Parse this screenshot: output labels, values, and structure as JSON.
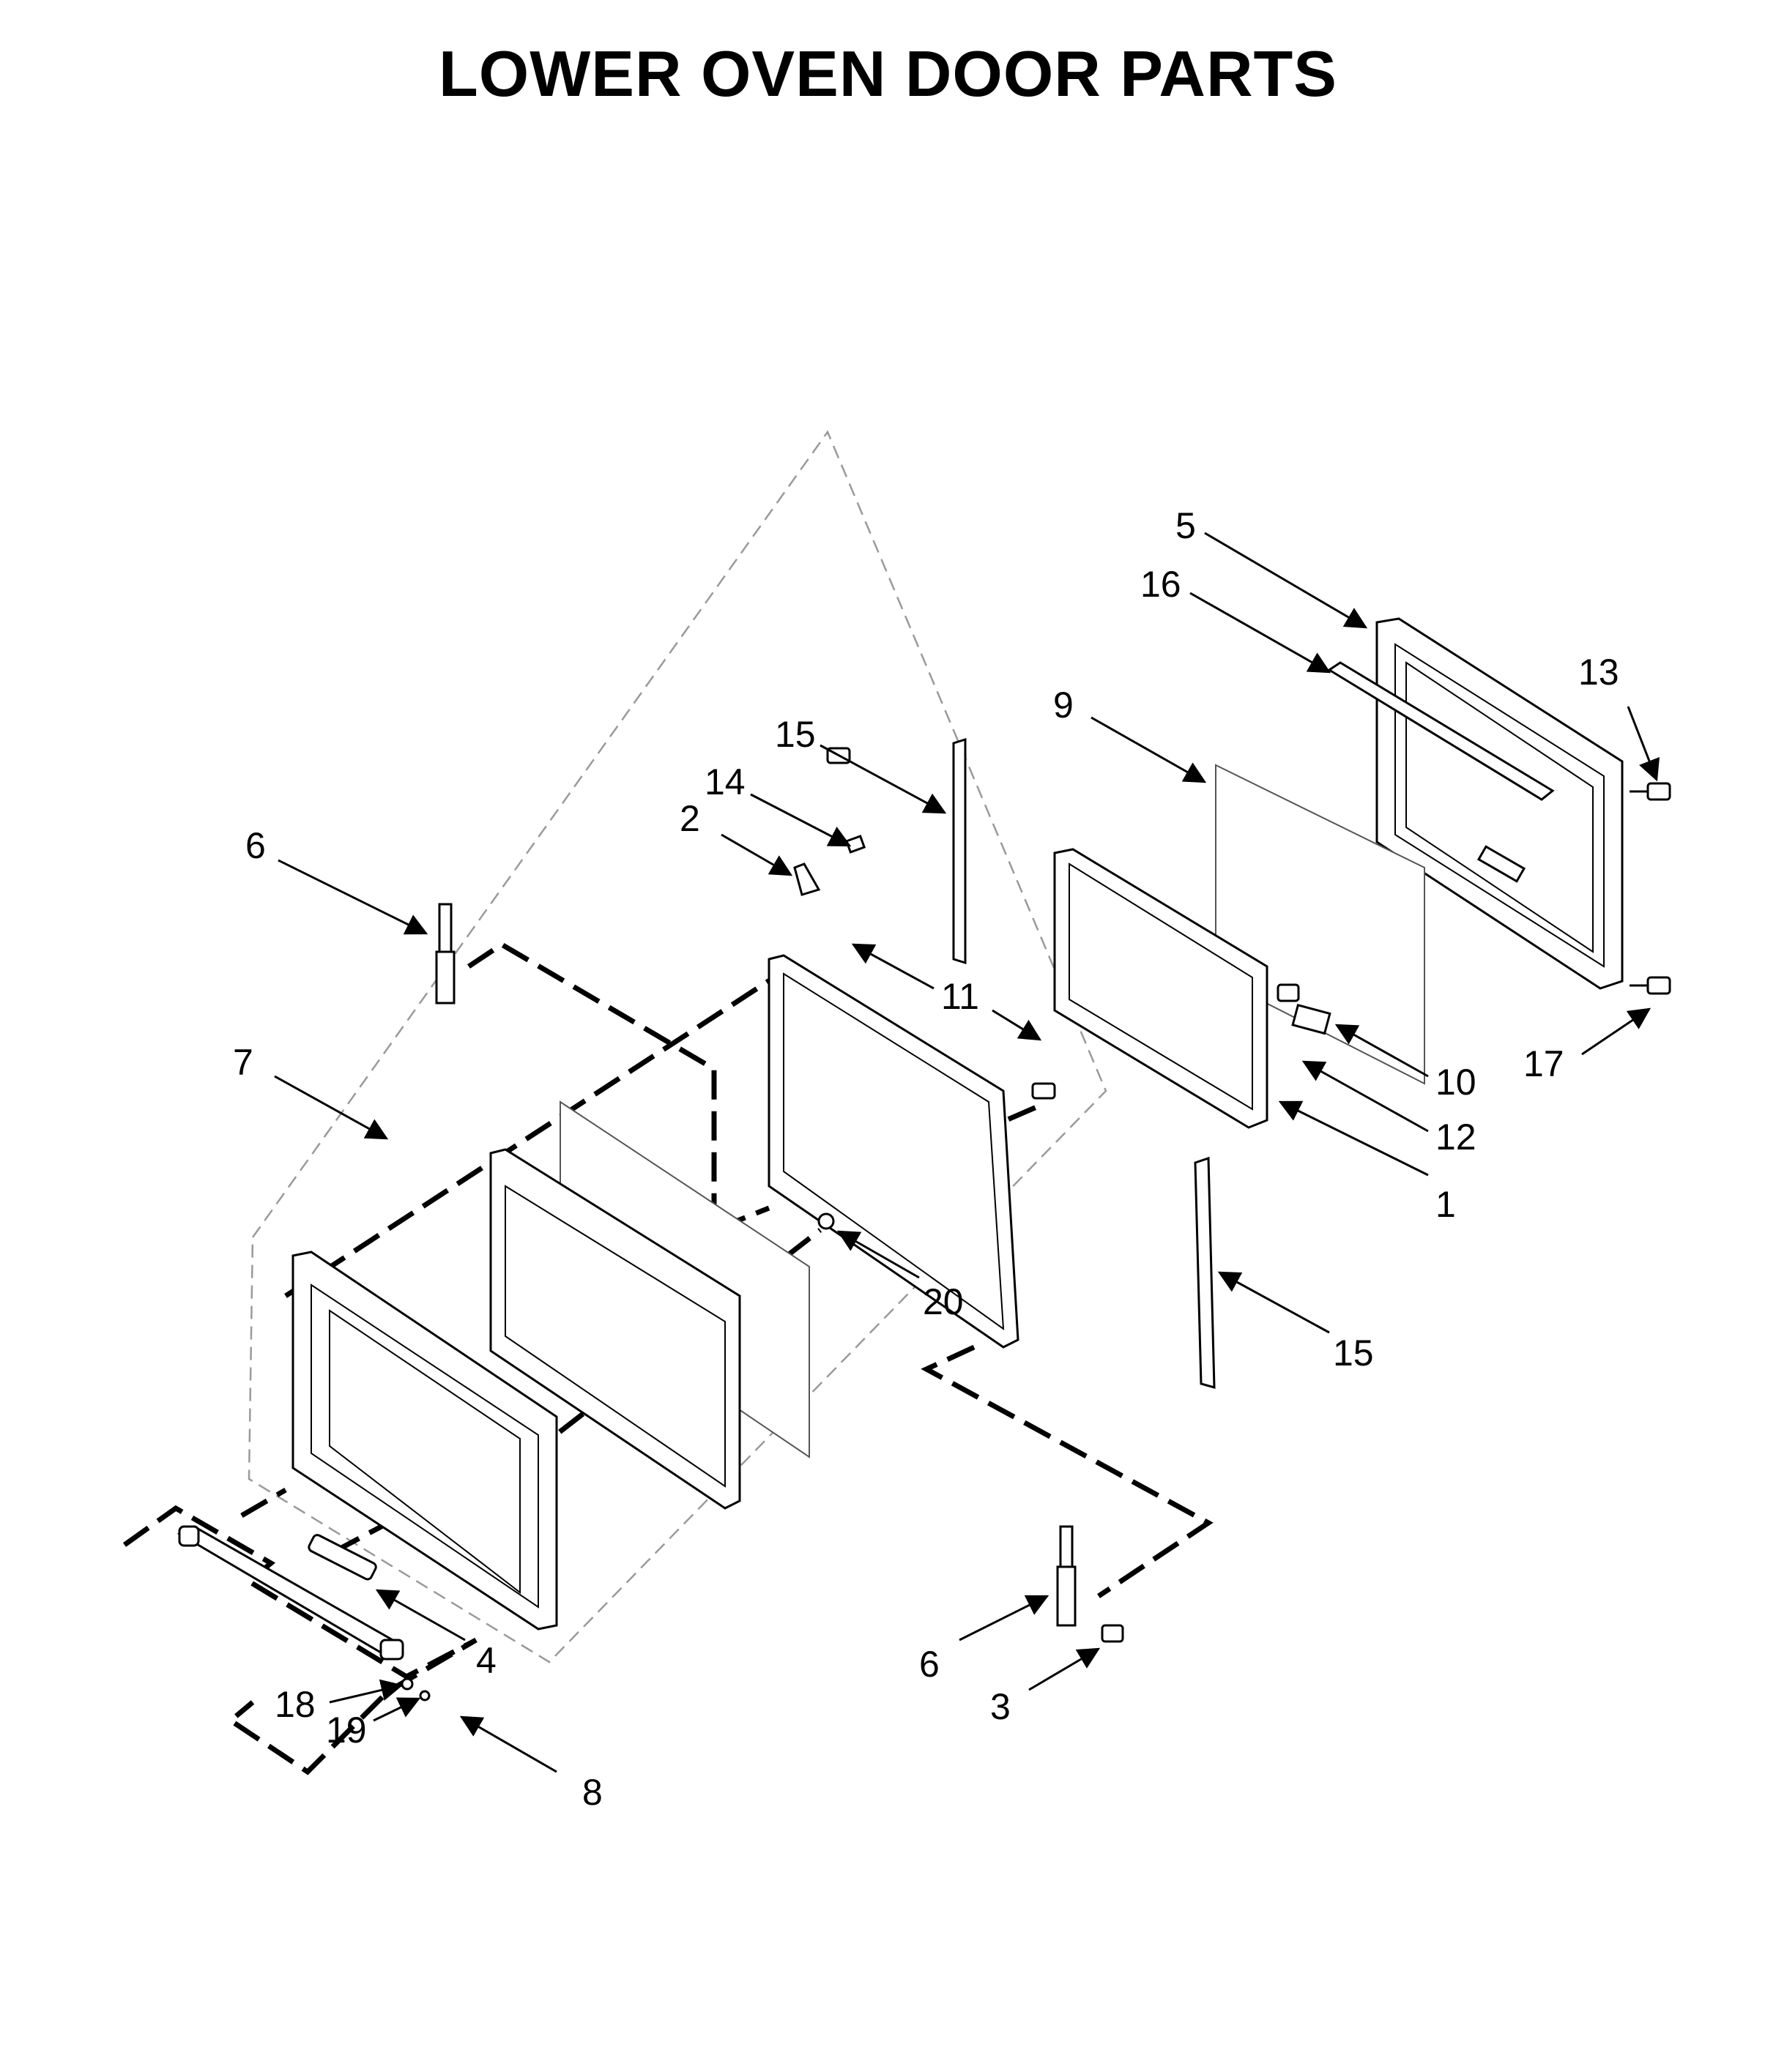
{
  "title": "LOWER OVEN DOOR PARTS",
  "callouts": {
    "c1": "1",
    "c2": "2",
    "c3": "3",
    "c4": "4",
    "c5": "5",
    "c6_top": "6",
    "c6_bottom": "6",
    "c7": "7",
    "c8": "8",
    "c9": "9",
    "c10": "10",
    "c11": "11",
    "c12": "12",
    "c13": "13",
    "c14": "14",
    "c15_top": "15",
    "c15_bottom": "15",
    "c16": "16",
    "c17": "17",
    "c18": "18",
    "c19": "19",
    "c20": "20"
  },
  "colors": {
    "ink": "#000000",
    "ghost_outline": "#9a9a9a",
    "background": "#ffffff"
  }
}
